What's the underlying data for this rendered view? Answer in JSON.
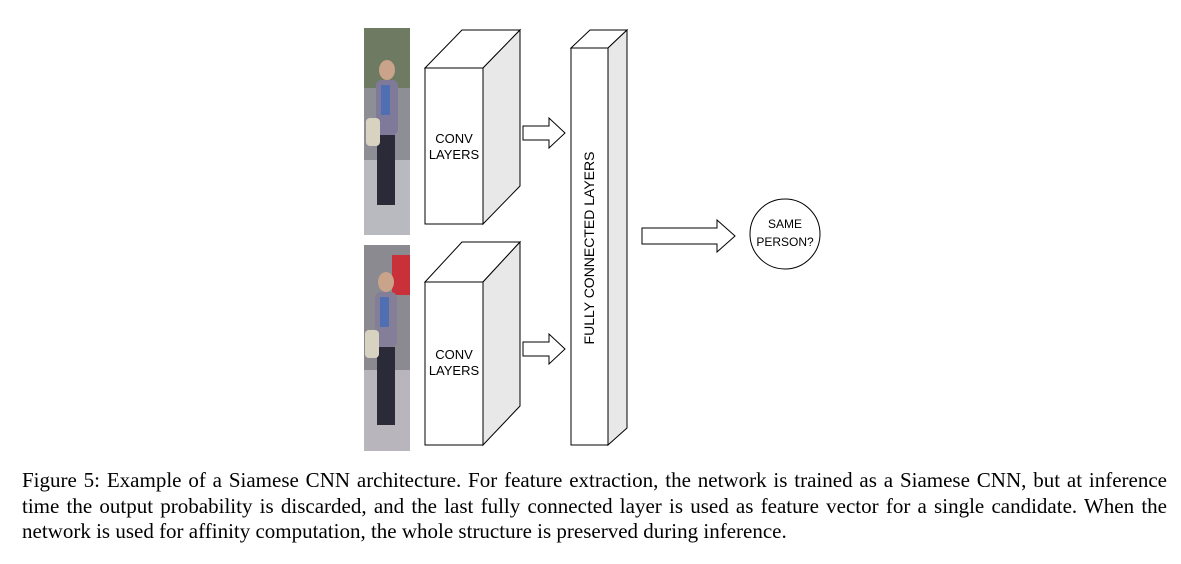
{
  "diagram": {
    "top_block": {
      "line1": "CONV",
      "line2": "LAYERS"
    },
    "bottom_block": {
      "line1": "CONV",
      "line2": "LAYERS"
    },
    "fc_label": "FULLY CONNECTED LAYERS",
    "output": {
      "line1": "SAME",
      "line2": "PERSON?"
    }
  },
  "caption": "Figure 5: Example of a Siamese CNN architecture. For feature extraction, the network is trained as a Siamese CNN, but at inference time the output probability is discarded, and the last fully connected layer is used as feature vector for a single candidate. When the network is used for affinity computation, the whole structure is preserved during inference."
}
